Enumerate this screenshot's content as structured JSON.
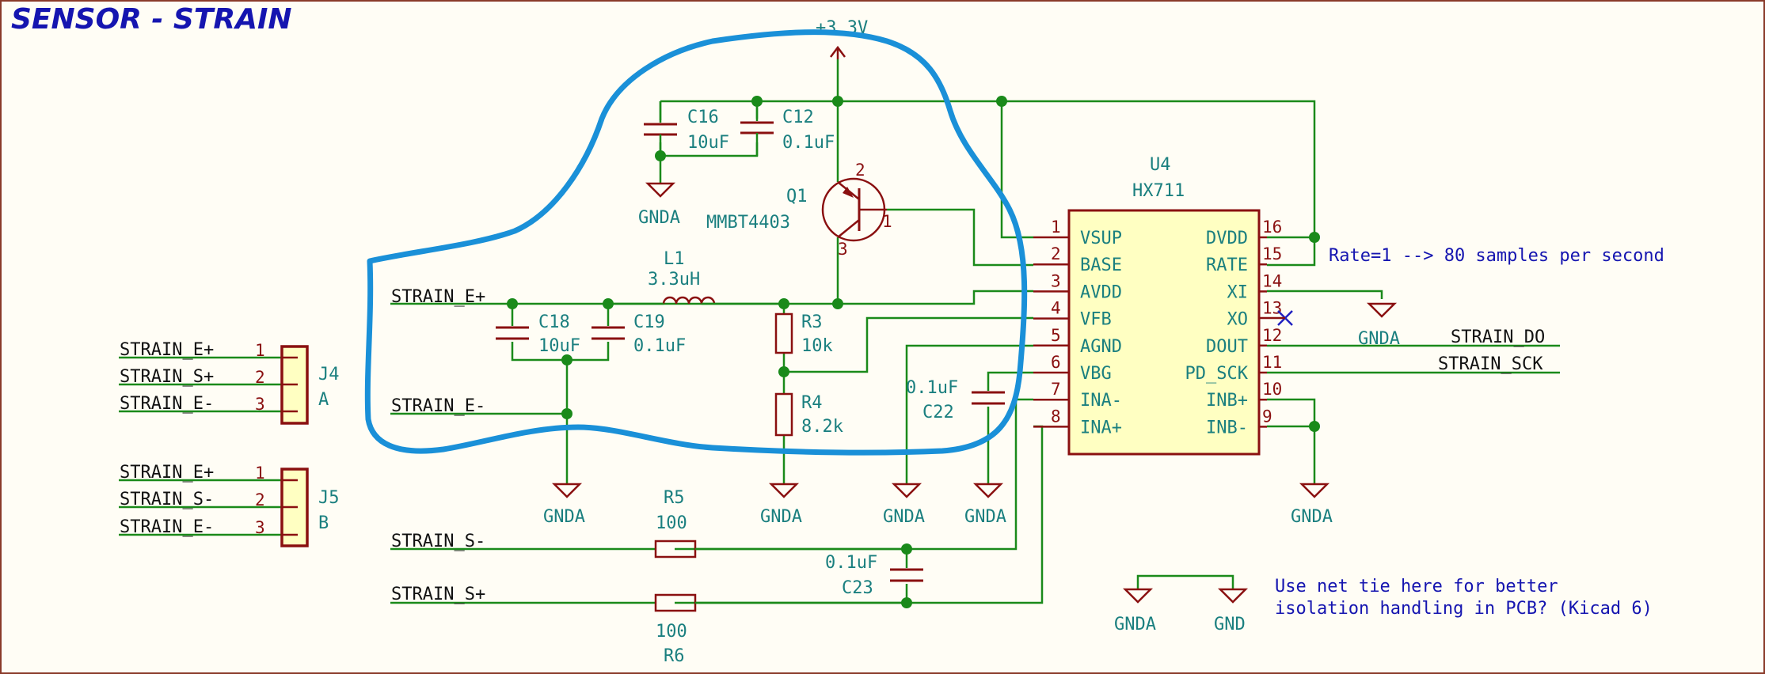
{
  "sheet": {
    "title": "SENSOR - STRAIN"
  },
  "power": {
    "supply_3v3": "+3.3V"
  },
  "ic": {
    "ref": "U4",
    "value": "HX711",
    "pins_left": [
      {
        "num": "1",
        "name": "VSUP"
      },
      {
        "num": "2",
        "name": "BASE"
      },
      {
        "num": "3",
        "name": "AVDD"
      },
      {
        "num": "4",
        "name": "VFB"
      },
      {
        "num": "5",
        "name": "AGND"
      },
      {
        "num": "6",
        "name": "VBG"
      },
      {
        "num": "7",
        "name": "INA-"
      },
      {
        "num": "8",
        "name": "INA+"
      }
    ],
    "pins_right": [
      {
        "num": "16",
        "name": "DVDD"
      },
      {
        "num": "15",
        "name": "RATE"
      },
      {
        "num": "14",
        "name": "XI"
      },
      {
        "num": "13",
        "name": "XO"
      },
      {
        "num": "12",
        "name": "DOUT"
      },
      {
        "num": "11",
        "name": "PD_SCK"
      },
      {
        "num": "10",
        "name": "INB+"
      },
      {
        "num": "9",
        "name": "INB-"
      }
    ]
  },
  "components": {
    "c16": {
      "ref": "C16",
      "value": "10uF"
    },
    "c12": {
      "ref": "C12",
      "value": "0.1uF"
    },
    "q1": {
      "ref": "Q1",
      "value": "MMBT4403",
      "pin_b": "1",
      "pin_e": "2",
      "pin_c": "3"
    },
    "l1": {
      "ref": "L1",
      "value": "3.3uH"
    },
    "c18": {
      "ref": "C18",
      "value": "10uF"
    },
    "c19": {
      "ref": "C19",
      "value": "0.1uF"
    },
    "r3": {
      "ref": "R3",
      "value": "10k"
    },
    "r4": {
      "ref": "R4",
      "value": "8.2k"
    },
    "c22": {
      "ref": "C22",
      "value": "0.1uF"
    },
    "r5": {
      "ref": "R5",
      "value": "100"
    },
    "r6": {
      "ref": "R6",
      "value": "100"
    },
    "c23": {
      "ref": "C23",
      "value": "0.1uF"
    }
  },
  "connectors": {
    "j4": {
      "ref": "J4",
      "value": "A",
      "nets": [
        "STRAIN_E+",
        "STRAIN_S+",
        "STRAIN_E-"
      ],
      "pins": [
        "1",
        "2",
        "3"
      ]
    },
    "j5": {
      "ref": "J5",
      "value": "B",
      "nets": [
        "STRAIN_E+",
        "STRAIN_S-",
        "STRAIN_E-"
      ],
      "pins": [
        "1",
        "2",
        "3"
      ]
    }
  },
  "nets": {
    "e_plus": "STRAIN_E+",
    "e_minus": "STRAIN_E-",
    "s_minus": "STRAIN_S-",
    "s_plus": "STRAIN_S+",
    "dout": "STRAIN_DO",
    "sck": "STRAIN_SCK",
    "gnda": "GNDA",
    "gnd": "GND"
  },
  "notes": {
    "rate": "Rate=1 --> 80 samples per second",
    "net_tie_line1": "Use net tie here for better",
    "net_tie_line2": "isolation handling in PCB? (Kicad 6)"
  },
  "colors": {
    "wire": "#1a8a1a",
    "component": "#8a1010",
    "label_text": "#1a7f7f",
    "title": "#1515b0",
    "highlight_annotation": "#1a90d8",
    "ic_fill": "#ffffc2"
  }
}
